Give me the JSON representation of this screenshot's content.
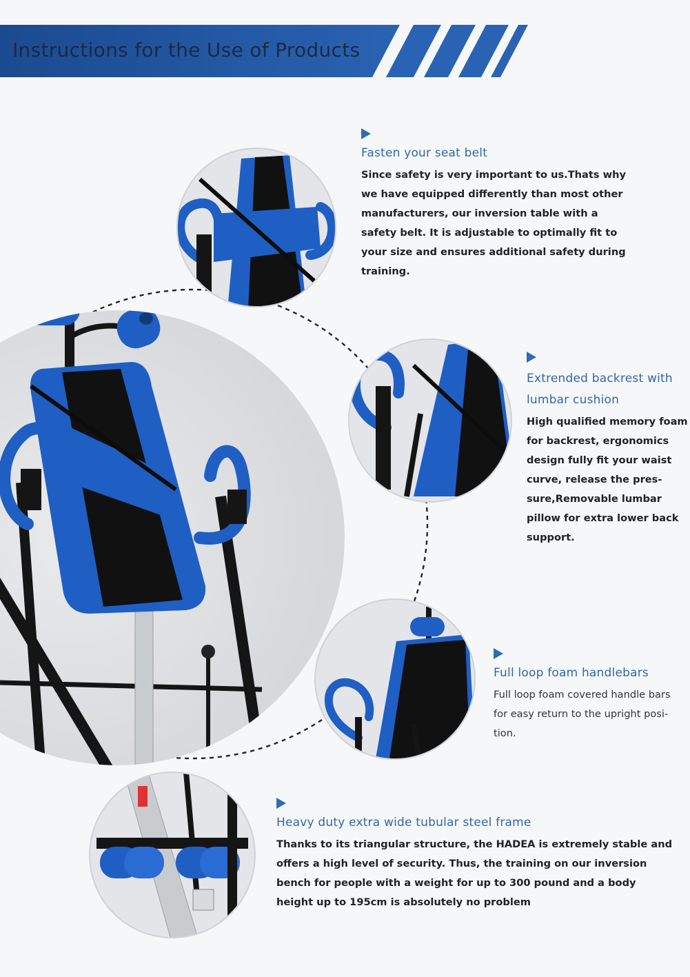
{
  "header": {
    "title": "Instructions for the Use of Products"
  },
  "colors": {
    "banner": "#1f4f96",
    "accent_blue": "#1f5fc4",
    "title_blue": "#2f67a9",
    "frame_black": "#151515",
    "background": "#f6f7f9"
  },
  "images": {
    "main": "inversion-table-main-photo",
    "detail_1": "seat-belt-detail-photo",
    "detail_2": "backrest-lumbar-detail-photo",
    "detail_3": "handlebar-detail-photo",
    "detail_4": "steel-frame-detail-photo"
  },
  "sections": [
    {
      "icon": "triangle-bullet-icon",
      "title": "Fasten your seat belt",
      "body": "Since safety is very important to us.Thats why\nwe have equipped differently than most other\nmanufacturers, our inversion table with a\nsafety belt. It is adjustable to optimally fit to\nyour size and ensures additional safety during\ntraining."
    },
    {
      "icon": "triangle-bullet-icon",
      "title": "Extrended backrest with\nlumbar cushion",
      "body": "High qualified memory foam\nfor backrest, ergonomics\ndesign fully fit your waist\ncurve, release the pres-\nsure,Removable lumbar\npillow for extra lower back\nsupport."
    },
    {
      "icon": "triangle-bullet-icon",
      "title": "Full loop foam handlebars",
      "body": "Full loop foam covered handle bars\nfor easy return to the upright posi-\ntion."
    },
    {
      "icon": "triangle-bullet-icon",
      "title": "Heavy duty extra wide tubular steel frame",
      "body": "Thanks to its triangular structure, the HADEA is extremely stable and\noffers a high level of security. Thus, the training on our inversion\nbench for people with a weight for up to 300 pound and a body\nheight up to 195cm is absolutely no problem"
    }
  ]
}
